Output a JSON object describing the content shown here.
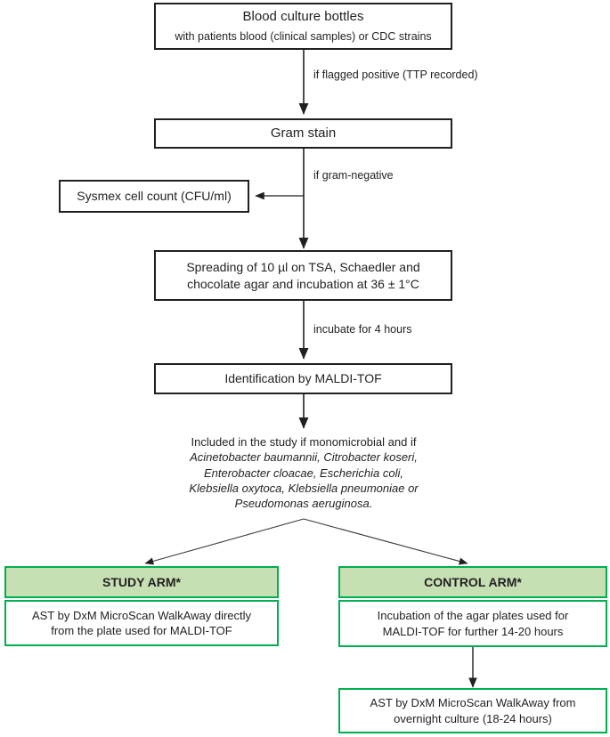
{
  "diagram": {
    "title": "Blood culture workflow flowchart",
    "colors": {
      "box_border_black": "#231f20",
      "box_border_green": "#00b050",
      "box_fill_green": "#c6e0b4",
      "background": "#ffffff",
      "text": "#231f20"
    },
    "nodes": {
      "blood_culture": {
        "line1": "Blood culture bottles",
        "line2": "with patients blood (clinical samples) or CDC strains"
      },
      "gram_stain": {
        "line1": "Gram stain"
      },
      "sysmex": {
        "line1": "Sysmex cell count (CFU/ml)"
      },
      "spreading": {
        "line1": "Spreading of 10 µl on TSA, Schaedler and",
        "line2": "chocolate agar and incubation at 36 ± 1°C"
      },
      "identification": {
        "line1": "Identification by MALDI-TOF"
      },
      "inclusion": {
        "line1": "Included in the study if monomicrobial  and if",
        "line2": "Acinetobacter baumannii, Citrobacter koseri,",
        "line3": "Enterobacter cloacae, Escherichia coli,",
        "line4": "Klebsiella oxytoca, Klebsiella pneumoniae or",
        "line5": "Pseudomonas aeruginosa."
      },
      "study_arm_header": {
        "line1": "STUDY ARM*"
      },
      "study_arm_body": {
        "line1": "AST by DxM MicroScan WalkAway directly",
        "line2": "from the plate used for MALDI-TOF"
      },
      "control_arm_header": {
        "line1": "CONTROL ARM*"
      },
      "control_arm_body": {
        "line1": "Incubation of the agar plates used for",
        "line2": "MALDI-TOF for further 14-20 hours"
      },
      "control_arm_result": {
        "line1": "AST by DxM MicroScan WalkAway from",
        "line2": "overnight culture (18-24 hours)"
      }
    },
    "edge_labels": {
      "flagged_positive": "if flagged positive  (TTP recorded)",
      "gram_negative": "if gram-negative",
      "incubate_4h": "incubate for  4 hours"
    }
  }
}
